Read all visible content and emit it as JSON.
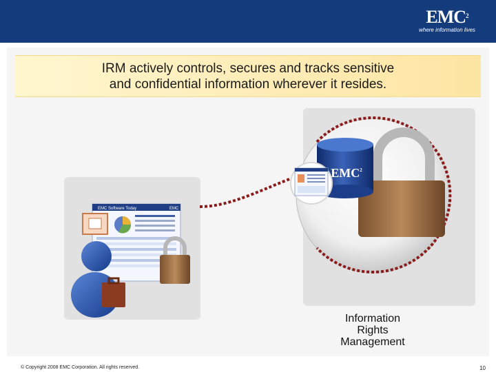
{
  "header": {
    "logo_text": "EMC",
    "logo_sup": "2",
    "tagline": "where information lives",
    "color": "#143c7c"
  },
  "headline": {
    "line1": "IRM actively controls, secures and tracks sensitive",
    "line2": "and confidential information wherever it resides."
  },
  "diagram": {
    "cylinder_label": "EMC",
    "cylinder_label_sup": "2",
    "document_header": "EMC Software Today",
    "document_header_tag": "EMC",
    "label_line1": "Information",
    "label_line2": "Rights",
    "label_line3": "Management",
    "link_color": "#8b1a1a"
  },
  "footer": {
    "copyright": "© Copyright 2008 EMC Corporation. All rights reserved.",
    "page_number": "10"
  }
}
